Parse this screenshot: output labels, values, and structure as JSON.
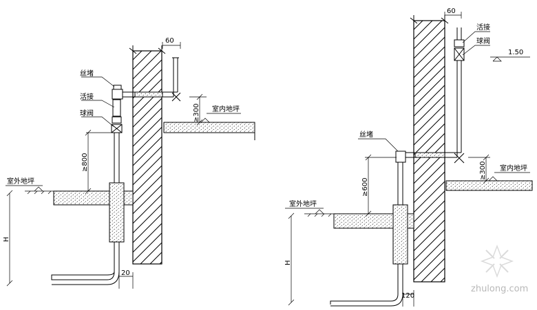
{
  "left_detail": {
    "labels": {
      "plug": "丝堵",
      "union": "活接",
      "ball_valve": "球阀",
      "indoor_floor": "室内地坪",
      "outdoor_floor": "室外地坪"
    },
    "dims": {
      "offset_60": "60",
      "min_300": "≥300",
      "min_800": "≥800",
      "depth_h": "H",
      "gap_20": "20"
    }
  },
  "right_detail": {
    "labels": {
      "union": "活接",
      "ball_valve": "球阀",
      "plug": "丝堵",
      "indoor_floor": "室内地坪",
      "outdoor_floor": "室外地坪"
    },
    "dims": {
      "offset_60": "60",
      "elev_150": "1.50",
      "min_300": "≥300",
      "min_600": "≥600",
      "depth_h": "H",
      "gap_120": "120"
    }
  },
  "watermark": {
    "text": "zhulong.com"
  }
}
